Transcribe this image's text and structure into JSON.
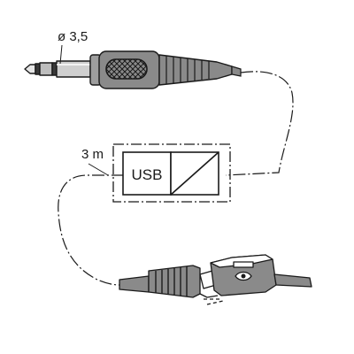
{
  "labels": {
    "diameter": "ø 3,5",
    "length": "3 m",
    "converter": "USB"
  }
}
